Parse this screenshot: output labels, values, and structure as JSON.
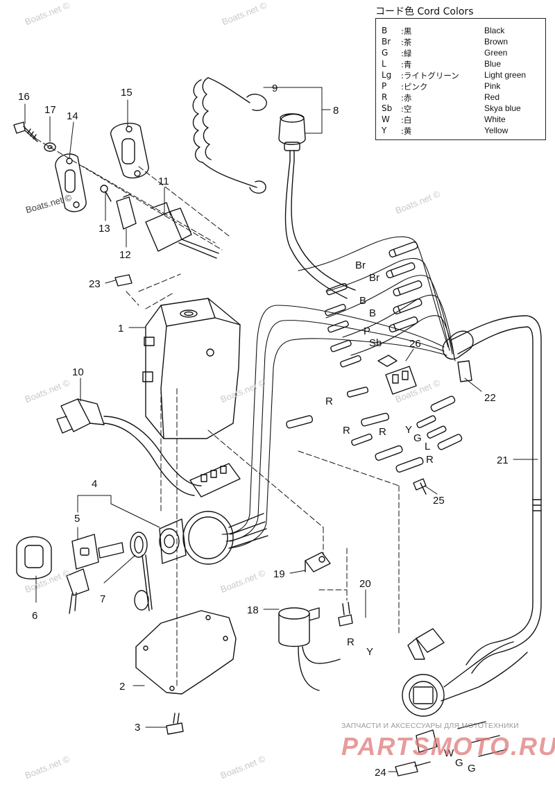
{
  "legend": {
    "title": "コード色 Cord Colors",
    "rows": [
      {
        "code": "B",
        "jp": ":黒",
        "en": "Black"
      },
      {
        "code": "Br",
        "jp": ":茶",
        "en": "Brown"
      },
      {
        "code": "G",
        "jp": ":緑",
        "en": "Green"
      },
      {
        "code": "L",
        "jp": ":青",
        "en": "Blue"
      },
      {
        "code": "Lg",
        "jp": ":ライトグリーン",
        "en": "Light green"
      },
      {
        "code": "P",
        "jp": ":ピンク",
        "en": "Pink"
      },
      {
        "code": "R",
        "jp": ":赤",
        "en": "Red"
      },
      {
        "code": "Sb",
        "jp": ":空",
        "en": "Skya blue"
      },
      {
        "code": "W",
        "jp": ":白",
        "en": "White"
      },
      {
        "code": "Y",
        "jp": ":黄",
        "en": "Yellow"
      }
    ]
  },
  "part_numbers": {
    "p1": "1",
    "p2": "2",
    "p3": "3",
    "p4": "4",
    "p5": "5",
    "p6": "6",
    "p7": "7",
    "p8": "8",
    "p9": "9",
    "p10": "10",
    "p11": "11",
    "p12": "12",
    "p13": "13",
    "p14": "14",
    "p15": "15",
    "p16": "16",
    "p17": "17",
    "p18": "18",
    "p19": "19",
    "p20": "20",
    "p21": "21",
    "p22": "22",
    "p23": "23",
    "p24": "24",
    "p25": "25",
    "p26": "26"
  },
  "wire_labels": {
    "br1": "Br",
    "br2": "Br",
    "b1": "B",
    "b2": "B",
    "p": "P",
    "sb": "Sb",
    "r1": "R",
    "r2": "R",
    "r3": "R",
    "r4": "R",
    "r5": "R",
    "y1": "Y",
    "g1": "G",
    "l1": "L",
    "y2": "Y",
    "w1": "W",
    "g2": "G",
    "g3": "G"
  },
  "watermark": "Boats.net ©",
  "brand": {
    "caption": "ЗАПЧАСТИ И АКСЕССУАРЫ ДЛЯ МОТОТЕХНИКИ",
    "logo": "PARTSMOTO.RU"
  }
}
